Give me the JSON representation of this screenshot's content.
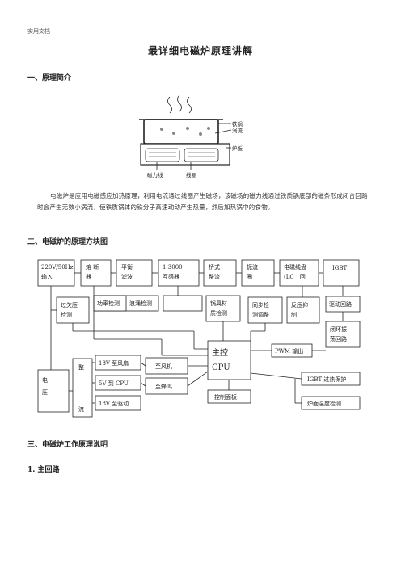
{
  "header": {
    "label": "实用文档"
  },
  "document": {
    "title": "最详细电磁炉原理讲解",
    "section1": "一、原理简介",
    "illustration": {
      "label_pot": "铁锅",
      "label_eddy": "涡流",
      "label_plate": "炉板",
      "label_flux": "磁力线",
      "label_coil": "线圈"
    },
    "paragraph": "电磁炉是应用电磁感应加热原理，利用电流通过线圈产生磁场，该磁场的磁力线通过铁质锅底部的磁条形成闭合回路时会产生无数小涡流，使铁质锅体的铁分子高速动动产生热量，然后加热锅中的食物。",
    "section2": "二、电磁炉的原理方块图",
    "section3": "三、电磁炉工作原理说明",
    "subsection1": "1. 主回路"
  },
  "block_diagram": {
    "input_l1": "220V/50Hz",
    "input_l2": "输入",
    "fuse_l1": "熔 断",
    "fuse_l2": "器",
    "filter_l1": "平衡",
    "filter_l2": "滤波",
    "ct_l1": "1:3000",
    "ct_l2": "互感器",
    "bridge_l1": "桥式",
    "bridge_l2": "整流",
    "choke_l1": "扼流",
    "choke_l2": "圈",
    "coil_l1": "电磁线盘",
    "coil_l2": "(LC　回",
    "igbt": "IGBT",
    "ovp_l1": "过欠压",
    "ovp_l2": "检测",
    "power_detect": "功率检测",
    "surge_detect": "浪涌检测",
    "pot_l1": "锅具材",
    "pot_l2": "质检测",
    "sync_l1": "同步检",
    "sync_l2": "测调整",
    "backemf_l1": "反压抑",
    "backemf_l2": "制",
    "drive": "驱动回路",
    "osc_l1": "闭环振",
    "osc_l2": "荡回路",
    "cpu_l1": "主控",
    "cpu_l2": "CPU",
    "pwm": "PWM 输出",
    "igbt_protect": "IGBT 过热保护",
    "plate_temp": "炉面温度检测",
    "panel": "控制面板",
    "fan": "至风机",
    "buzzer": "至蜂鸣",
    "v_fan": "18V 至风扇",
    "v_cpu": "5V 到 CPU",
    "v_drive": "18V 至驱动",
    "rect_top": "整",
    "rect_bot": "流",
    "volt_l1": "电",
    "volt_l2": "压"
  }
}
